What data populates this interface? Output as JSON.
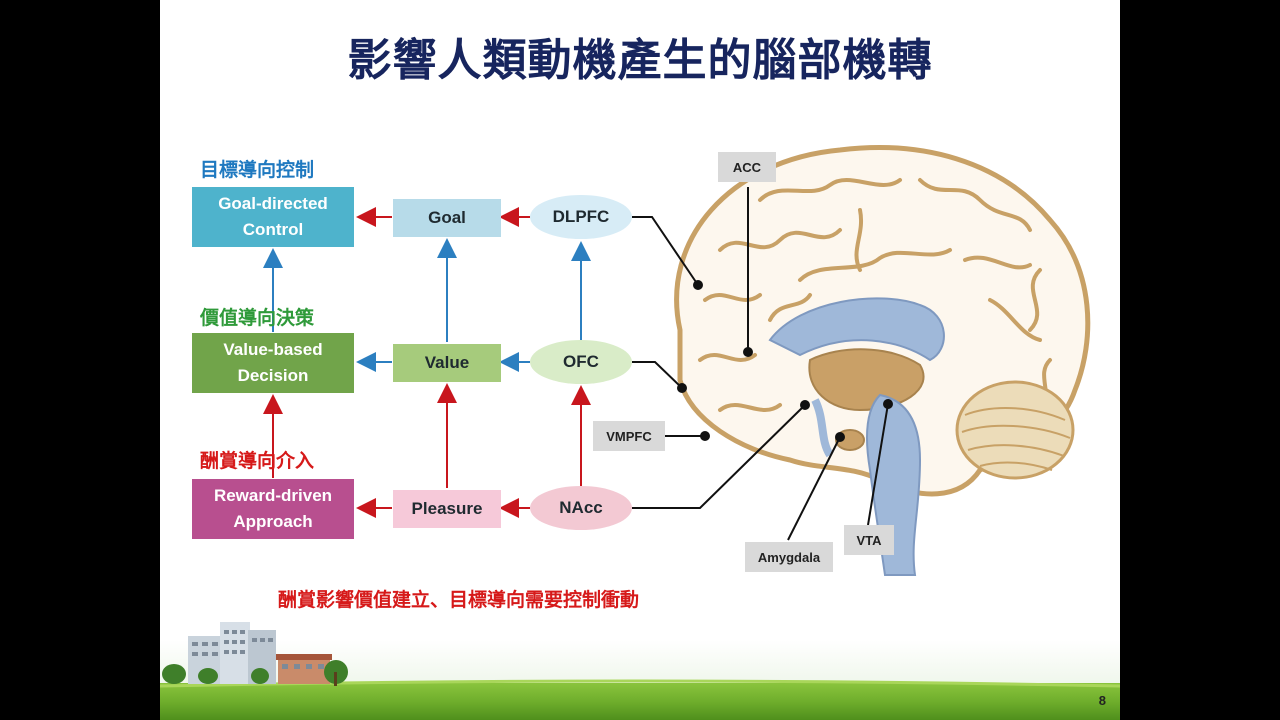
{
  "slide": {
    "title": "影響人類動機產生的腦部機轉",
    "page_number": "8",
    "caption": "酬賞影響價值建立、目標導向需要控制衝動"
  },
  "diagram": {
    "categories": {
      "goal": {
        "label": "目標導向控制",
        "color": "#1f79c0"
      },
      "value": {
        "label": "價值導向決策",
        "color": "#2f9a3a"
      },
      "reward": {
        "label": "酬賞導向介入",
        "color": "#d61a1a"
      }
    },
    "outcomes": {
      "goal": {
        "label": "Goal-directed\nControl",
        "color": "#4eb3cc"
      },
      "value": {
        "label": "Value-based\nDecision",
        "color": "#71a44a"
      },
      "reward": {
        "label": "Reward-driven\nApproach",
        "color": "#b84f8f"
      }
    },
    "mediators": {
      "goal": {
        "label": "Goal",
        "color": "#b7dbe9"
      },
      "value": {
        "label": "Value",
        "color": "#a6cb7c"
      },
      "reward": {
        "label": "Pleasure",
        "color": "#f6c9d9"
      }
    },
    "regions": {
      "dlpfc": {
        "label": "DLPFC",
        "color": "#d7ecf6"
      },
      "ofc": {
        "label": "OFC",
        "color": "#d9ecc8"
      },
      "nacc": {
        "label": "NAcc",
        "color": "#f3c9d3"
      }
    },
    "brain_labels": {
      "acc": "ACC",
      "vmpfc": "VMPFC",
      "amygdala": "Amygdala",
      "vta": "VTA"
    },
    "arrow_colors": {
      "red": "#c8161d",
      "blue": "#2c7fc0"
    }
  }
}
